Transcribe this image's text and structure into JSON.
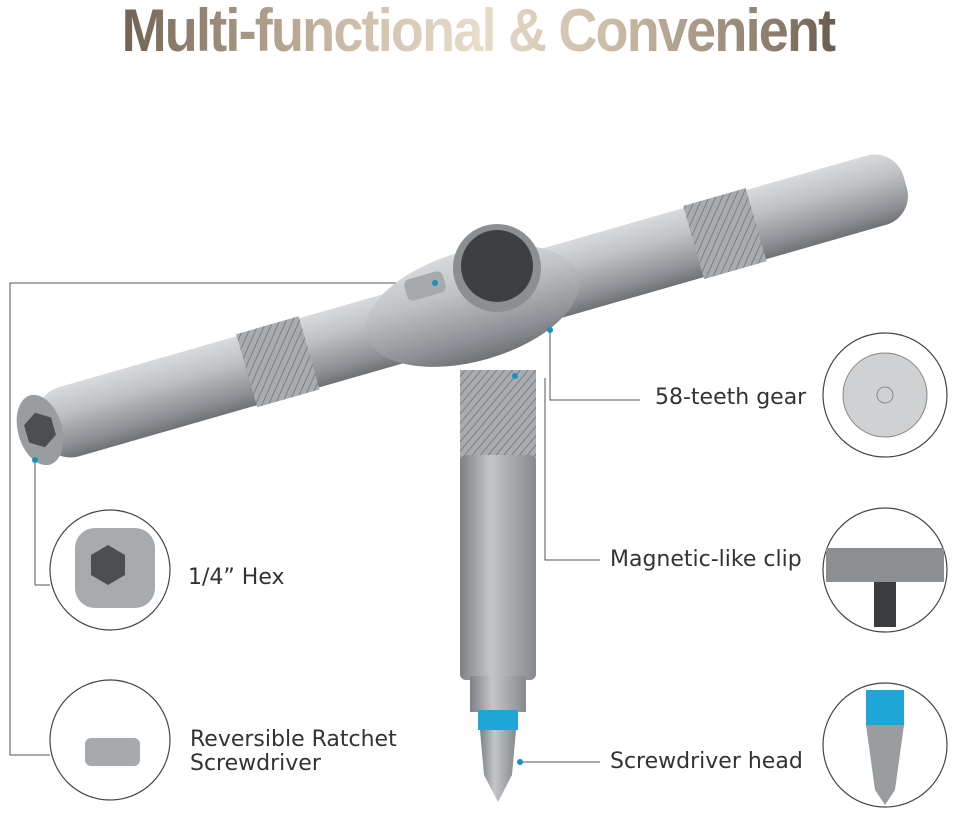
{
  "title": "Multi-functional & Convenient",
  "callouts": {
    "gear": "58-teeth gear",
    "clip": "Magnetic-like clip",
    "head": "Screwdriver head",
    "hex": "1/4” Hex",
    "ratchet_line1": "Reversible Ratchet",
    "ratchet_line2": "Screwdriver"
  },
  "colors": {
    "accent": "#1a8fc0",
    "metal": "#b9bbbe",
    "bit_band": "#1fa6d6"
  }
}
